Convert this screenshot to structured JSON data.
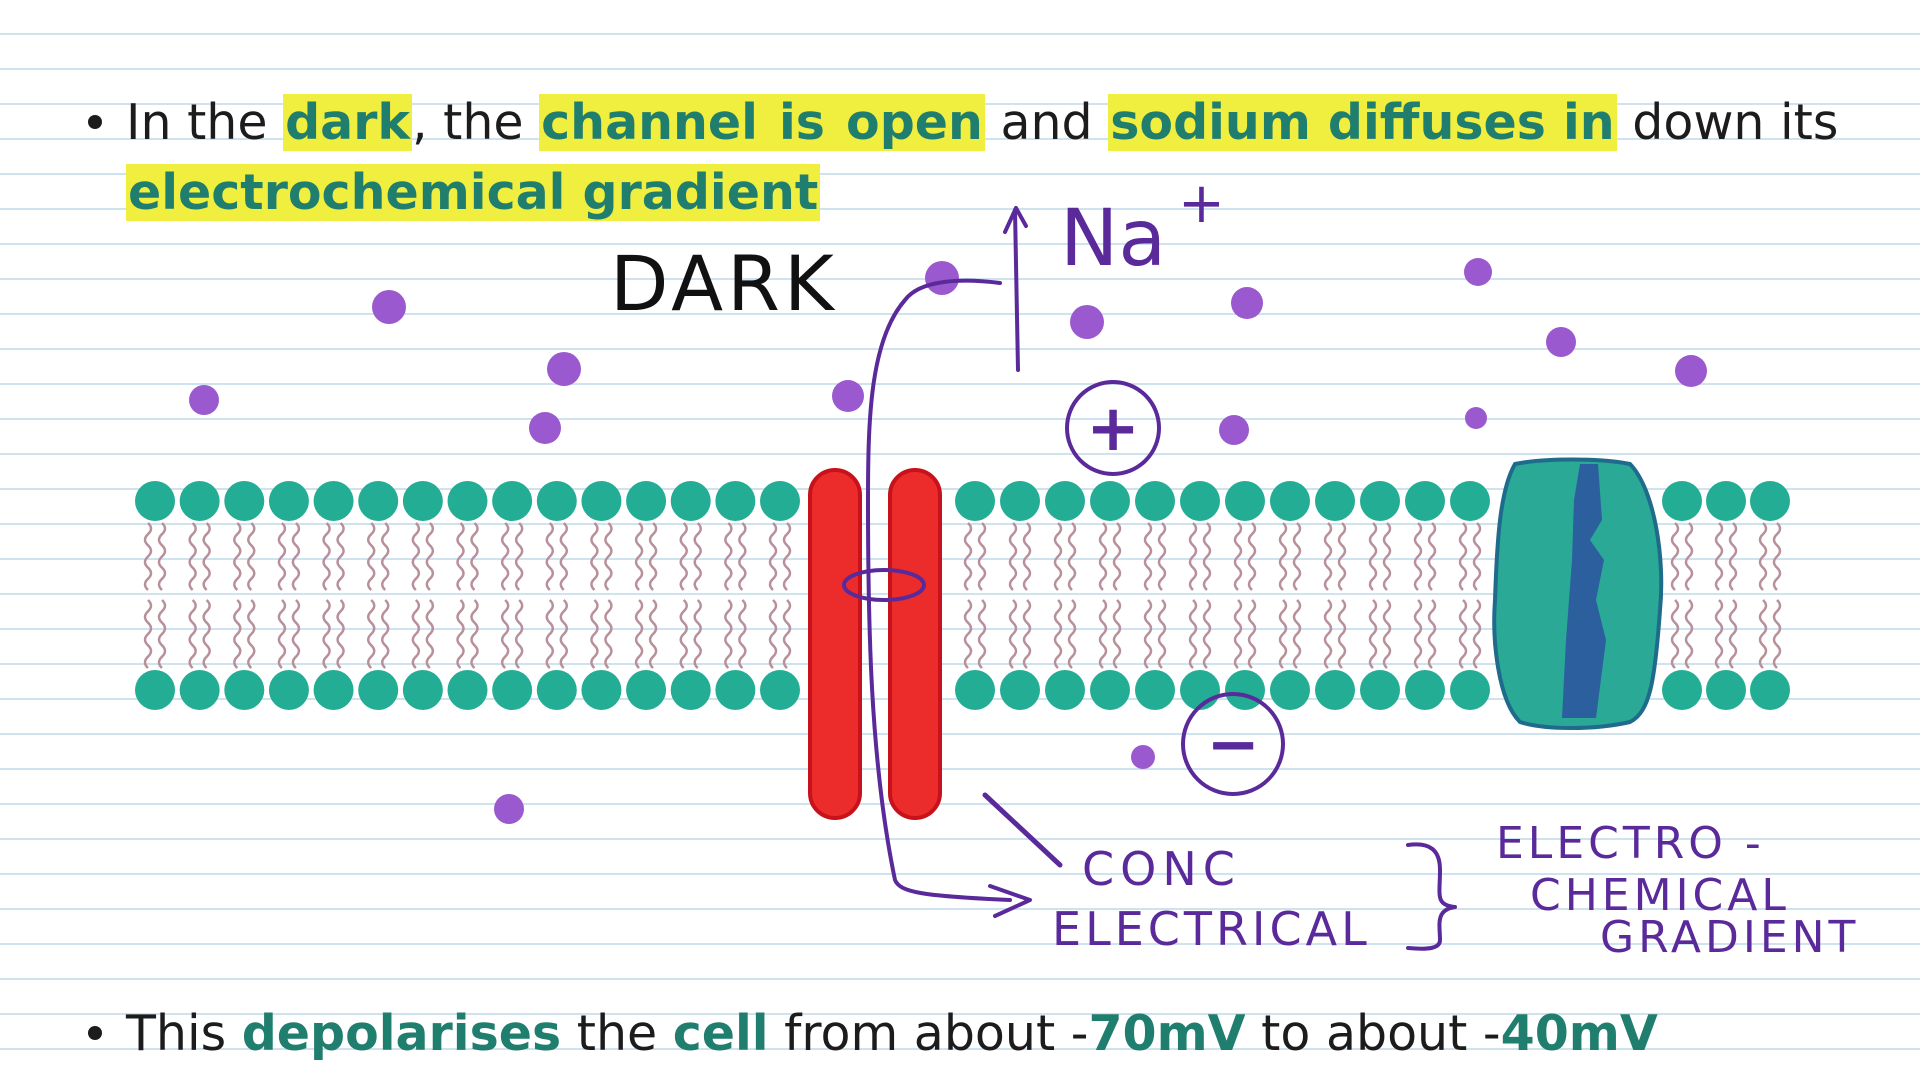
{
  "bullets": [
    {
      "parts": [
        {
          "text": "In the ",
          "style": "plain"
        },
        {
          "text": "dark",
          "style": "highlight"
        },
        {
          "text": ", the ",
          "style": "plain"
        },
        {
          "text": "channel",
          "style": "highlight"
        },
        {
          "text": " is ",
          "style": "highlight"
        },
        {
          "text": "open",
          "style": "highlight"
        },
        {
          "text": " and ",
          "style": "plain"
        },
        {
          "text": "sodium diffuses in",
          "style": "highlight"
        },
        {
          "text": " down its",
          "style": "plain"
        }
      ],
      "line2": "electrochemical gradient"
    },
    {
      "parts": [
        {
          "text": "This ",
          "style": "plain"
        },
        {
          "text": "depolarises",
          "style": "keyword"
        },
        {
          "text": " the ",
          "style": "plain"
        },
        {
          "text": "cell",
          "style": "keyword"
        },
        {
          "text": " from about -",
          "style": "plain"
        },
        {
          "text": "70mV",
          "style": "keyword"
        },
        {
          "text": " to about -",
          "style": "plain"
        },
        {
          "text": "40mV",
          "style": "keyword"
        }
      ]
    }
  ],
  "annotations": {
    "dark_label": "DARK",
    "ion_label": "Na",
    "ion_charge": "+",
    "positive_sign": "+",
    "negative_sign": "−",
    "conc_label": "CONC",
    "electrical_label": "ELECTRICAL",
    "gradient_line1": "ELECTRO -",
    "gradient_line2": "CHEMICAL",
    "gradient_line3": "GRADIENT"
  },
  "colors": {
    "phosphate_head": "#23ad94",
    "lipid_tail": "#b89099",
    "sodium_ion": "#9b59d0",
    "channel_protein": "#ec2b2b",
    "carrier_protein": "#2aa996",
    "carrier_core": "#2b5f9e",
    "ink": "#5a2a9a",
    "highlight": "#f0ee3e",
    "keyword": "#207e6e"
  }
}
